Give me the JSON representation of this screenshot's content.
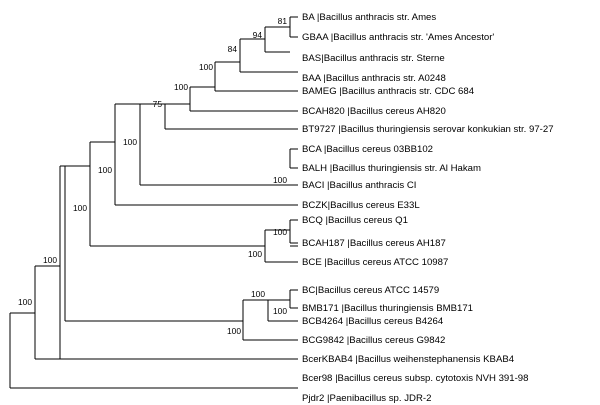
{
  "tree": {
    "leaves": [
      {
        "id": "BA",
        "label": "BA |Bacillus anthracis str. Ames"
      },
      {
        "id": "GBAA",
        "label": "GBAA |Bacillus anthracis str. 'Ames Ancestor'"
      },
      {
        "id": "BAS",
        "label": "BAS|Bacillus anthracis str. Sterne"
      },
      {
        "id": "BAA",
        "label": "BAA |Bacillus anthracis str. A0248"
      },
      {
        "id": "BAMEG",
        "label": "BAMEG |Bacillus anthracis str. CDC 684"
      },
      {
        "id": "BCAH820",
        "label": "BCAH820 |Bacillus cereus AH820"
      },
      {
        "id": "BT9727",
        "label": "BT9727 |Bacillus thuringiensis serovar konkukian str. 97-27"
      },
      {
        "id": "BCA",
        "label": "BCA |Bacillus cereus 03BB102"
      },
      {
        "id": "BALH",
        "label": "BALH |Bacillus thuringiensis str. Al Hakam"
      },
      {
        "id": "BACI",
        "label": "BACI |Bacillus anthracis CI"
      },
      {
        "id": "BCZK",
        "label": "BCZK|Bacillus cereus E33L"
      },
      {
        "id": "BCQ",
        "label": "BCQ |Bacillus cereus Q1"
      },
      {
        "id": "BCAH187",
        "label": "BCAH187 |Bacillus cereus AH187"
      },
      {
        "id": "BCE",
        "label": "BCE |Bacillus cereus ATCC 10987"
      },
      {
        "id": "BC",
        "label": "BC|Bacillus cereus ATCC 14579"
      },
      {
        "id": "BMB171",
        "label": "BMB171 |Bacillus thuringiensis BMB171"
      },
      {
        "id": "BCB4264",
        "label": "BCB4264 |Bacillus cereus B4264"
      },
      {
        "id": "BCG9842",
        "label": "BCG9842 |Bacillus cereus G9842"
      },
      {
        "id": "BcerKBAB4",
        "label": "BcerKBAB4 |Bacillus weihenstephanensis KBAB4"
      },
      {
        "id": "Bcer98",
        "label": "Bcer98 |Bacillus cereus subsp. cytotoxis NVH 391-98"
      },
      {
        "id": "Pjdr2",
        "label": "Pjdr2 |Paenibacillus sp. JDR-2"
      }
    ],
    "bootstrap": [
      {
        "id": "n1",
        "value": "81"
      },
      {
        "id": "n2",
        "value": "94"
      },
      {
        "id": "n3",
        "value": "84"
      },
      {
        "id": "n4",
        "value": "100"
      },
      {
        "id": "n5",
        "value": "100"
      },
      {
        "id": "n6",
        "value": "75"
      },
      {
        "id": "n7",
        "value": "100"
      },
      {
        "id": "n8",
        "value": "100"
      },
      {
        "id": "n9",
        "value": "100"
      },
      {
        "id": "n10",
        "value": "100"
      },
      {
        "id": "n11",
        "value": "100"
      },
      {
        "id": "n12",
        "value": "100"
      },
      {
        "id": "n13",
        "value": "100"
      },
      {
        "id": "n14",
        "value": "100"
      },
      {
        "id": "n15",
        "value": "100"
      },
      {
        "id": "n16",
        "value": "100"
      },
      {
        "id": "n17",
        "value": "100"
      }
    ]
  }
}
